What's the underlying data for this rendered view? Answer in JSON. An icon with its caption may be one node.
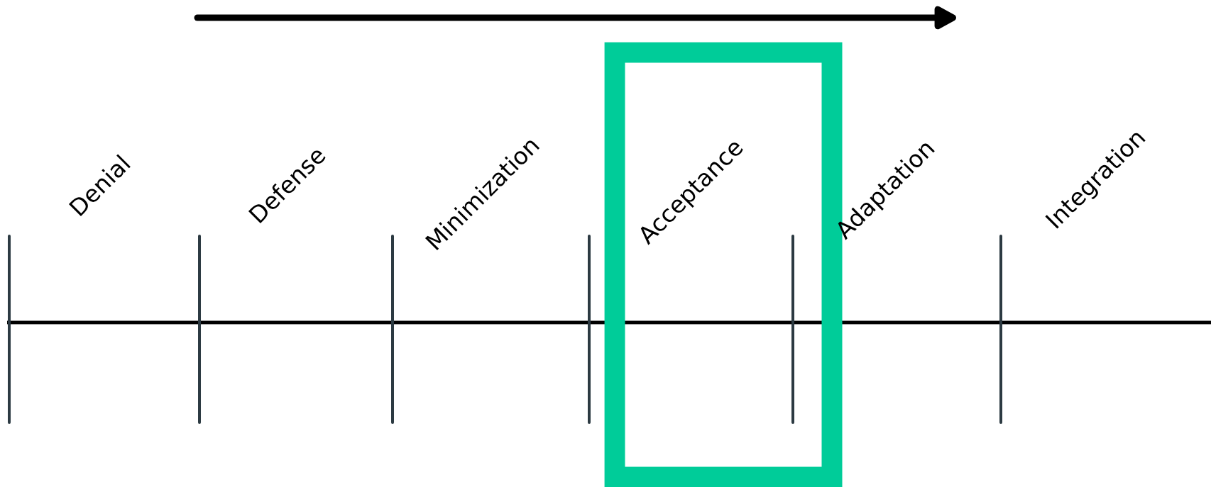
{
  "diagram": {
    "nodes": [
      {
        "text": [
          "Acceptance"
        ]
      }
    ],
    "labels": [
      "Denial",
      "Defense",
      "Minimization",
      "Adaptation",
      "Integration"
    ]
  }
}
